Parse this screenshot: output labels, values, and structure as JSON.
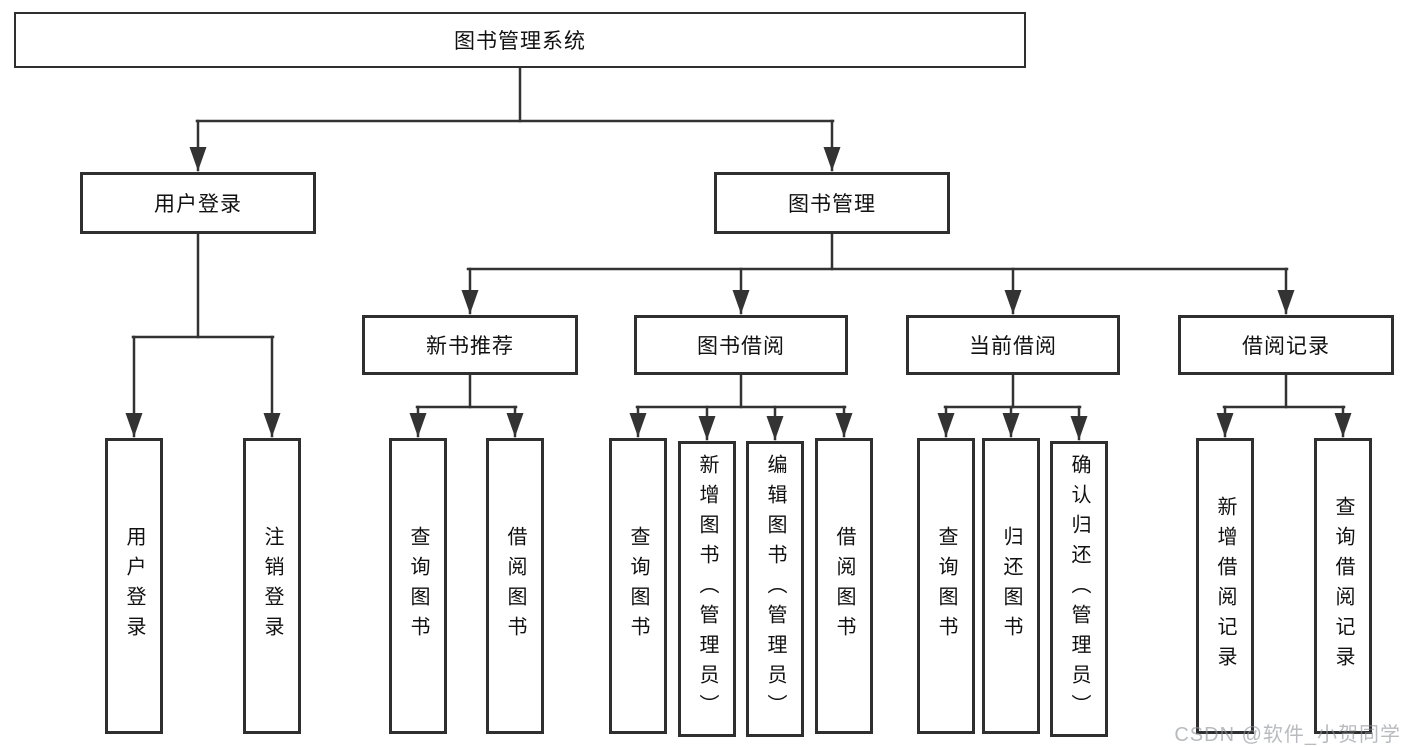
{
  "diagram": {
    "type": "hierarchy-tree",
    "tree": {
      "label": "图书管理系统",
      "children": [
        {
          "label": "用户登录",
          "children": [
            {
              "label": "用户登录"
            },
            {
              "label": "注销登录"
            }
          ]
        },
        {
          "label": "图书管理",
          "children": [
            {
              "label": "新书推荐",
              "children": [
                {
                  "label": "查询图书"
                },
                {
                  "label": "借阅图书"
                }
              ]
            },
            {
              "label": "图书借阅",
              "children": [
                {
                  "label": "查询图书"
                },
                {
                  "label": "新增图书（管理员）"
                },
                {
                  "label": "编辑图书（管理员）"
                },
                {
                  "label": "借阅图书"
                }
              ]
            },
            {
              "label": "当前借阅",
              "children": [
                {
                  "label": "查询图书"
                },
                {
                  "label": "归还图书"
                },
                {
                  "label": "确认归还（管理员）"
                }
              ]
            },
            {
              "label": "借阅记录",
              "children": [
                {
                  "label": "新增借阅记录"
                },
                {
                  "label": "查询借阅记录"
                }
              ]
            }
          ]
        }
      ]
    },
    "colors": {
      "line": "#333333",
      "box_border": "#2f2f2f",
      "box_fill": "#ffffff",
      "text": "#111111",
      "watermark": "#8c9298"
    }
  },
  "watermark": {
    "text": "CSDN @软件_小贺同学"
  }
}
